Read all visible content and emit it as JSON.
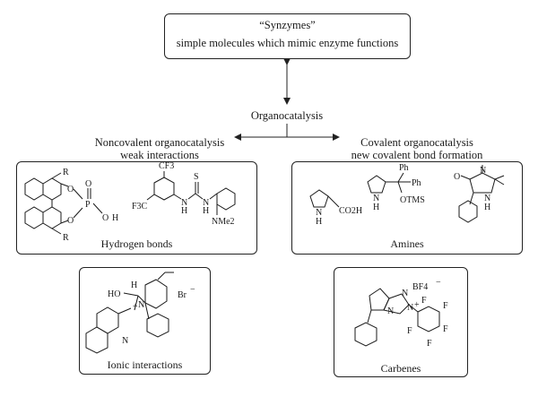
{
  "top_box": {
    "line1": "“Synzymes”",
    "line2": "simple molecules which mimic enzyme functions"
  },
  "center_label": "Organocatalysis",
  "left_branch": {
    "line1": "Noncovalent organocatalysis",
    "line2": "weak interactions"
  },
  "right_branch": {
    "line1": "Covalent organocatalysis",
    "line2": "new covalent bond formation"
  },
  "panels": {
    "hbond": {
      "label": "Hydrogen bonds"
    },
    "amines": {
      "label": "Amines"
    },
    "ionic": {
      "label": "Ionic interactions"
    },
    "carbenes": {
      "label": "Carbenes"
    }
  },
  "atoms": {
    "R": "R",
    "O": "O",
    "P": "P",
    "H": "H",
    "S": "S",
    "N": "N",
    "CF3": "CF3",
    "F3C": "F3C",
    "NMe2": "NMe2",
    "CO2H": "CO2H",
    "Ph": "Ph",
    "OTMS": "OTMS",
    "HO": "HO",
    "Br": "Br",
    "BF4": "BF4",
    "F": "F",
    "plus": "+",
    "minus": "−"
  }
}
